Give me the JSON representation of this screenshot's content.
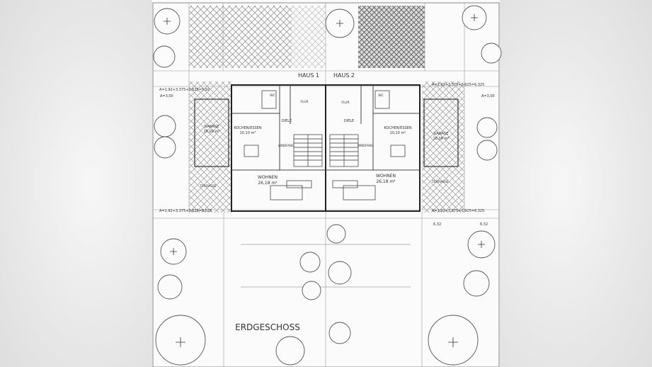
{
  "plan": {
    "house_left": "HAUS 1",
    "house_right": "HAUS 2",
    "floor_title": "ERDGESCHOSS"
  },
  "rooms": {
    "left": {
      "garage_name": "GARAGE",
      "garage_area": "16,09 m²",
      "kitchen_name": "KOCHEN/ESSEN",
      "kitchen_area": "10,10 m²",
      "dining": "DIELE",
      "living_name": "WOHNEN",
      "living_area": "26,18 m²",
      "hallway": "FLUR",
      "terrace": "TERRASSE",
      "wc": "WC",
      "wind": "WINDFANG"
    },
    "right": {
      "garage_name": "GARAGE",
      "garage_area": "16,09 m²",
      "kitchen_name": "KOCHEN/ESSEN",
      "kitchen_area": "10,10 m²",
      "dining": "DIELE",
      "living_name": "WOHNEN",
      "living_area": "26,18 m²",
      "hallway": "FLUR",
      "terrace": "TERRASSE",
      "wc": "WC",
      "wind": "WINDFANG"
    }
  },
  "dims": {
    "top_left": "A=1,92+3,375+0,625=5,92",
    "top_right": "A=1,92+3,375+0,625=6,325",
    "mid_left": "A=1,92+3,375+0,625=6,025",
    "mid_right": "A=1,92+3,375+0,925=6,325",
    "a300_l": "A=3,00",
    "a300_r": "A=3,00",
    "side_dim": "6,32",
    "bottom_dim": "6,32"
  }
}
